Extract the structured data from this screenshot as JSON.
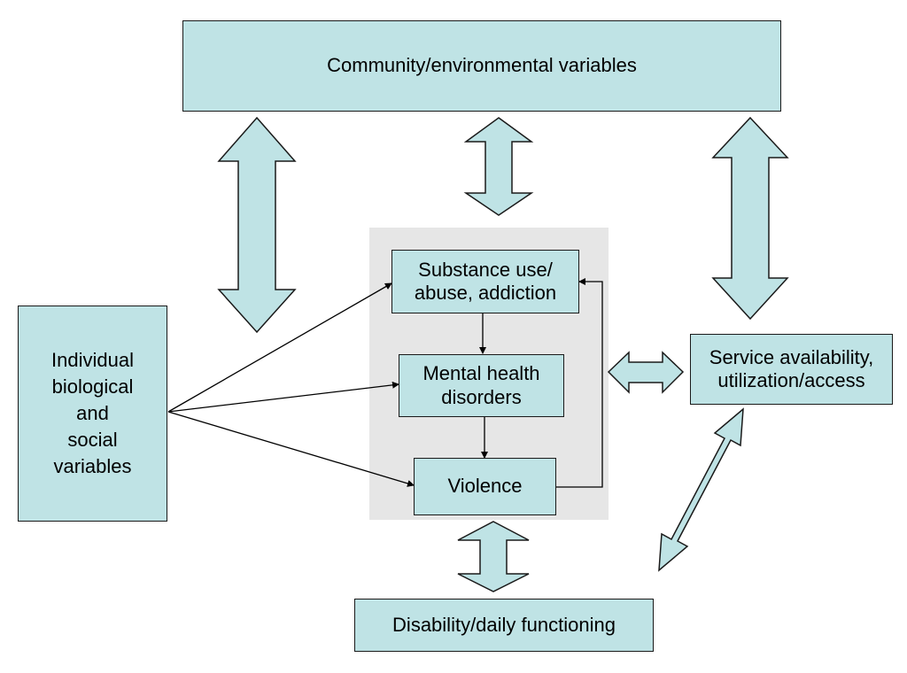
{
  "colors": {
    "box_fill": "#bfe3e5",
    "outline": "#1a1a1a",
    "core_background": "#e6e6e6"
  },
  "nodes": {
    "community": "Community/environmental variables",
    "individual": [
      "Individual",
      "biological",
      "and",
      "social",
      "variables"
    ],
    "substance": [
      "Substance use/",
      "abuse, addiction"
    ],
    "mental_health": [
      "Mental health",
      "disorders"
    ],
    "violence": "Violence",
    "service": [
      "Service availability,",
      "utilization/access"
    ],
    "disability": "Disability/daily functioning"
  }
}
